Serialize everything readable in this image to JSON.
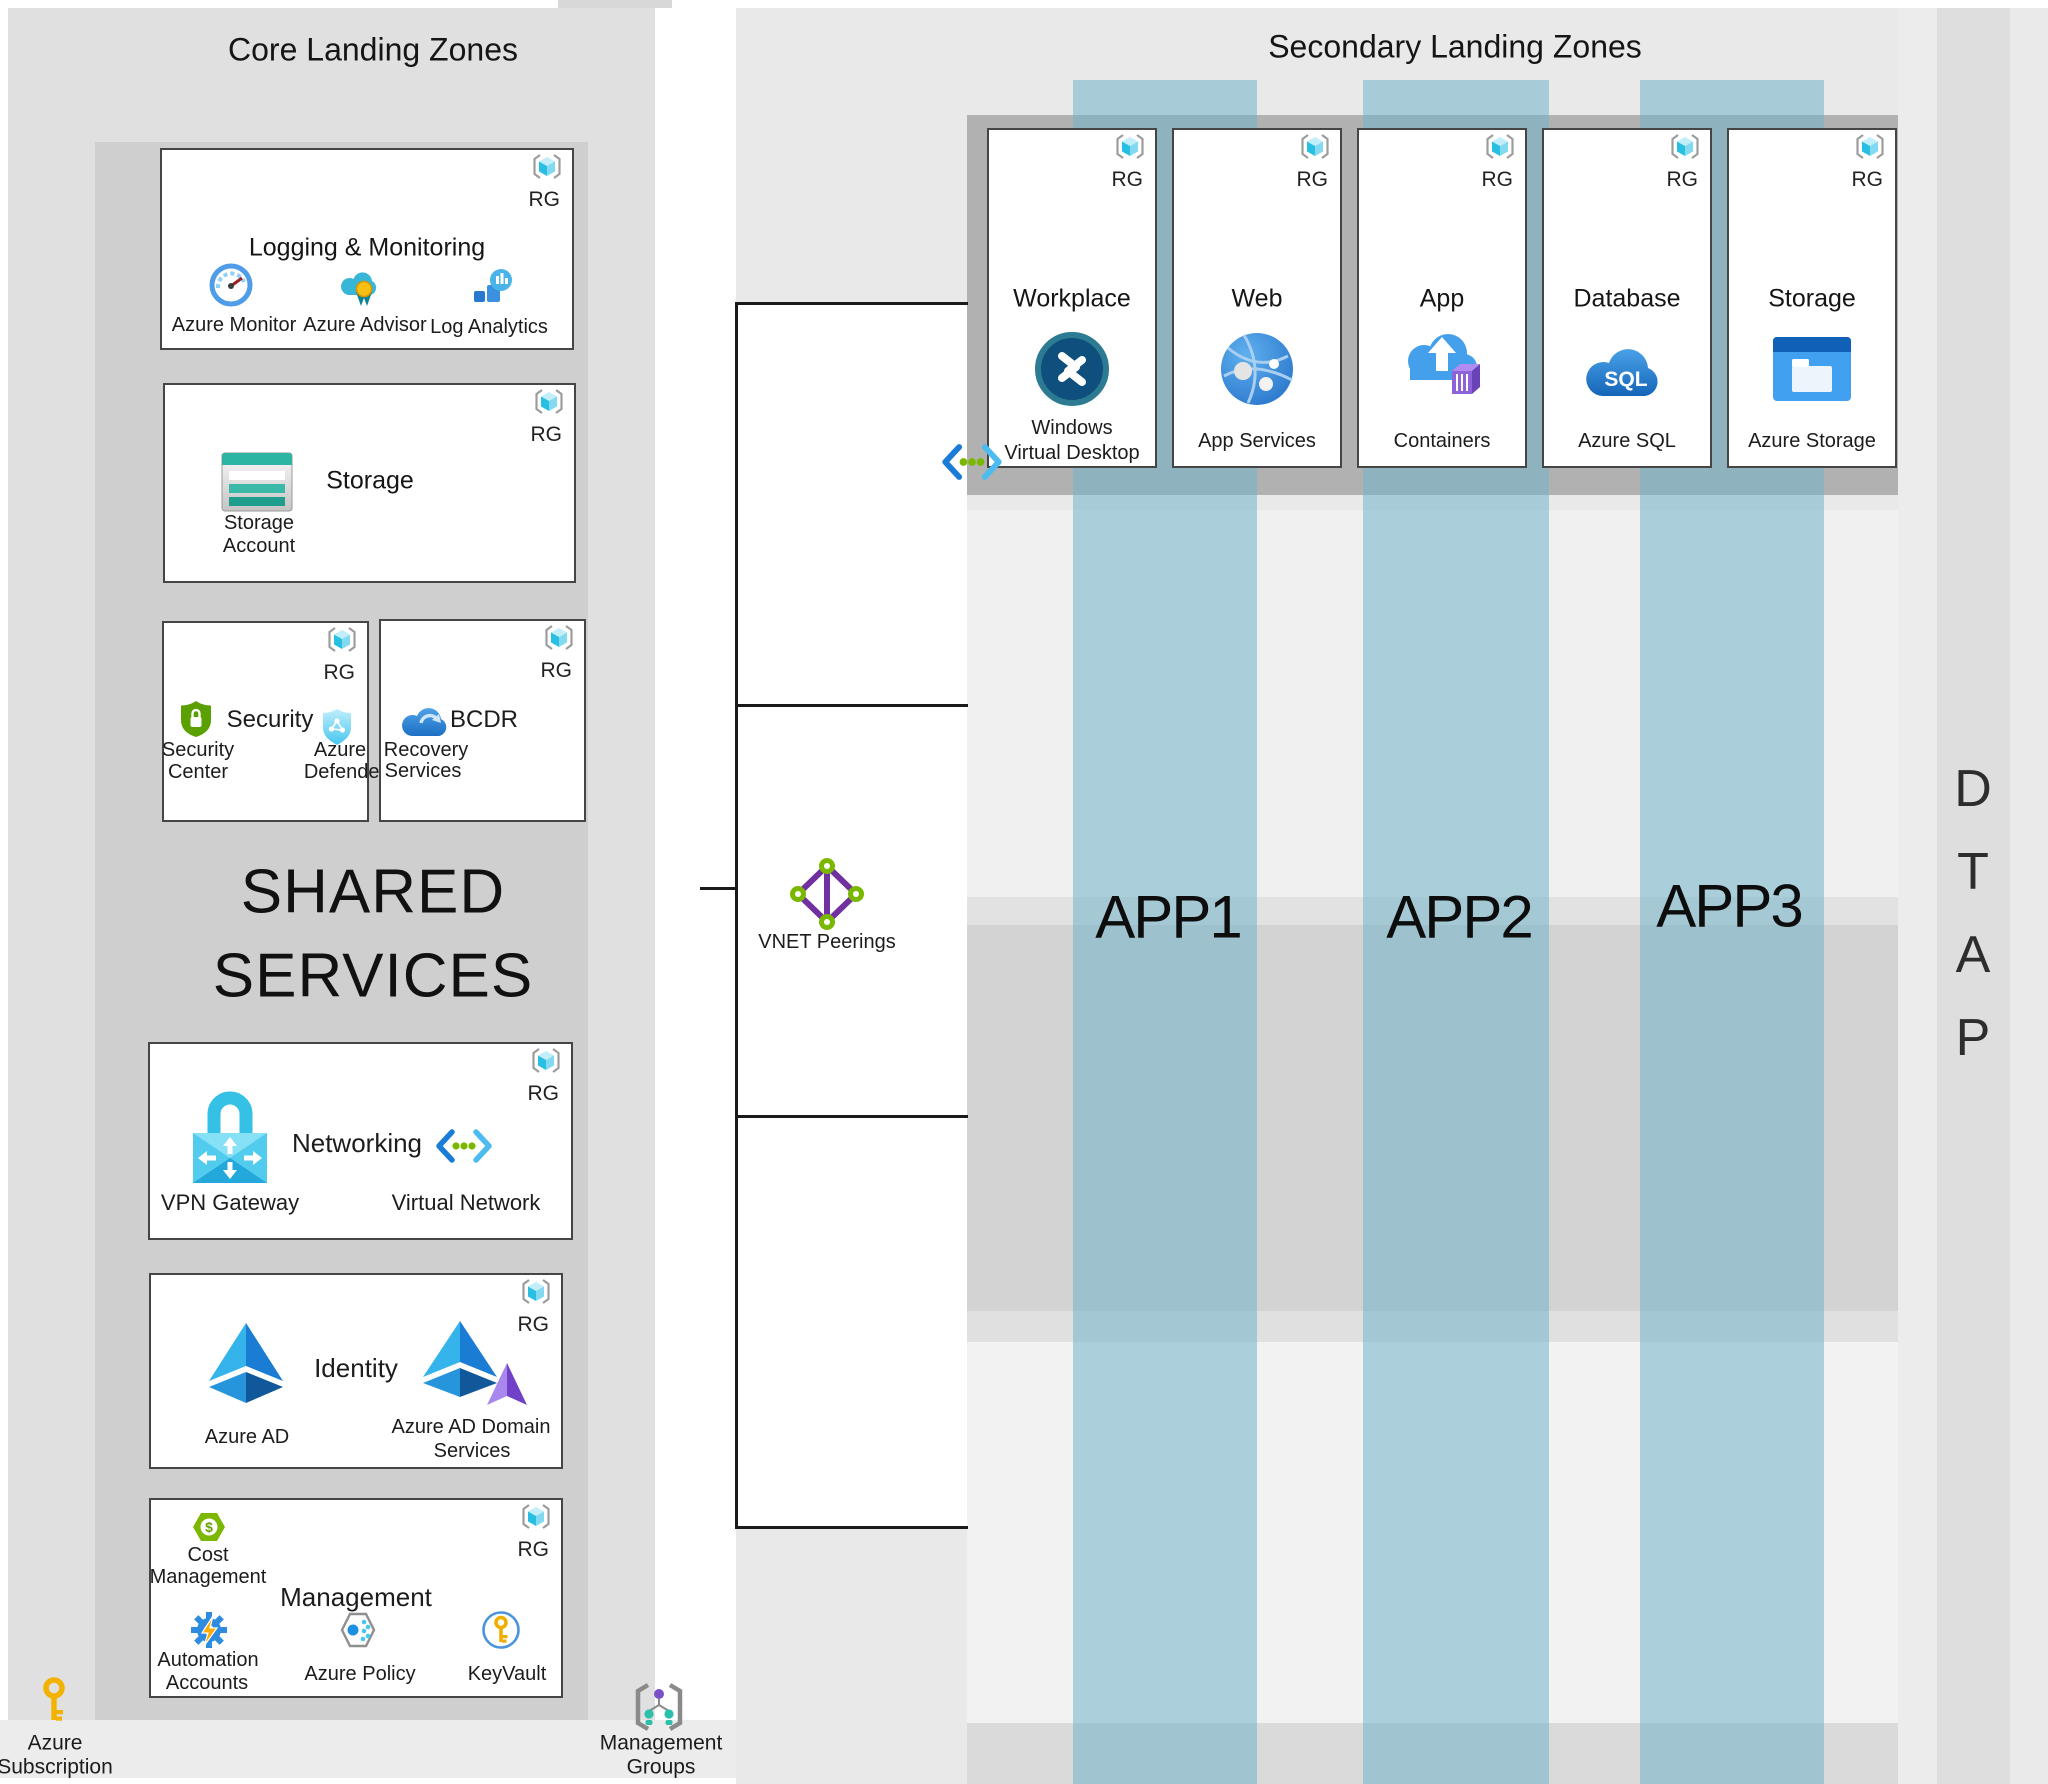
{
  "labels": {
    "rg": "RG"
  },
  "left_panel": {
    "title": "Core Landing Zones",
    "shared_services_lines": [
      "SHARED",
      "SERVICES"
    ],
    "cards": {
      "logging": {
        "title": "Logging & Monitoring",
        "items": [
          {
            "label": "Azure Monitor"
          },
          {
            "label": "Azure Advisor"
          },
          {
            "label": "Log Analytics"
          }
        ]
      },
      "storage": {
        "title": "Storage",
        "item_lines": [
          "Storage",
          "Account"
        ]
      },
      "security": {
        "title": "Security",
        "item1_lines": [
          "Security",
          "Center"
        ],
        "item2_lines": [
          "Azure",
          "Defender"
        ]
      },
      "bcdr": {
        "title": "BCDR",
        "item_lines": [
          "Recovery",
          "Services"
        ]
      },
      "networking": {
        "title": "Networking",
        "item1": "VPN Gateway",
        "item2": "Virtual Network"
      },
      "identity": {
        "title": "Identity",
        "item1": "Azure AD",
        "item2_lines": [
          "Azure AD Domain",
          "Services"
        ]
      },
      "management": {
        "title": "Management",
        "item1_lines": [
          "Cost",
          "Management"
        ],
        "item2_lines": [
          "Automation",
          "Accounts"
        ],
        "item3": "Azure Policy",
        "item4": "KeyVault"
      }
    },
    "footer": {
      "subscription_lines": [
        "Azure",
        "Subscription"
      ],
      "groups_lines": [
        "Management",
        "Groups"
      ]
    }
  },
  "connector": {
    "vnet_peerings": "VNET Peerings"
  },
  "right_panel": {
    "title": "Secondary Landing Zones",
    "cards": [
      {
        "title": "Workplace",
        "label_line1": "Windows",
        "label_line2": "Virtual Desktop"
      },
      {
        "title": "Web",
        "label": "App Services"
      },
      {
        "title": "App",
        "label": "Containers"
      },
      {
        "title": "Database",
        "label": "Azure SQL"
      },
      {
        "title": "Storage",
        "label": "Azure Storage"
      }
    ],
    "app_columns": [
      "APP1",
      "APP2",
      "APP3"
    ],
    "dtap_letters": [
      "D",
      "T",
      "A",
      "P"
    ]
  },
  "colors": {
    "teal_band": "rgba(115,180,200,0.55)",
    "left_panel_bg": "#e0e0e0",
    "left_panel_inner": "#cfcfcf",
    "right_panel_bg": "#e9e9e9",
    "card_strip": "#b1b1b1"
  }
}
